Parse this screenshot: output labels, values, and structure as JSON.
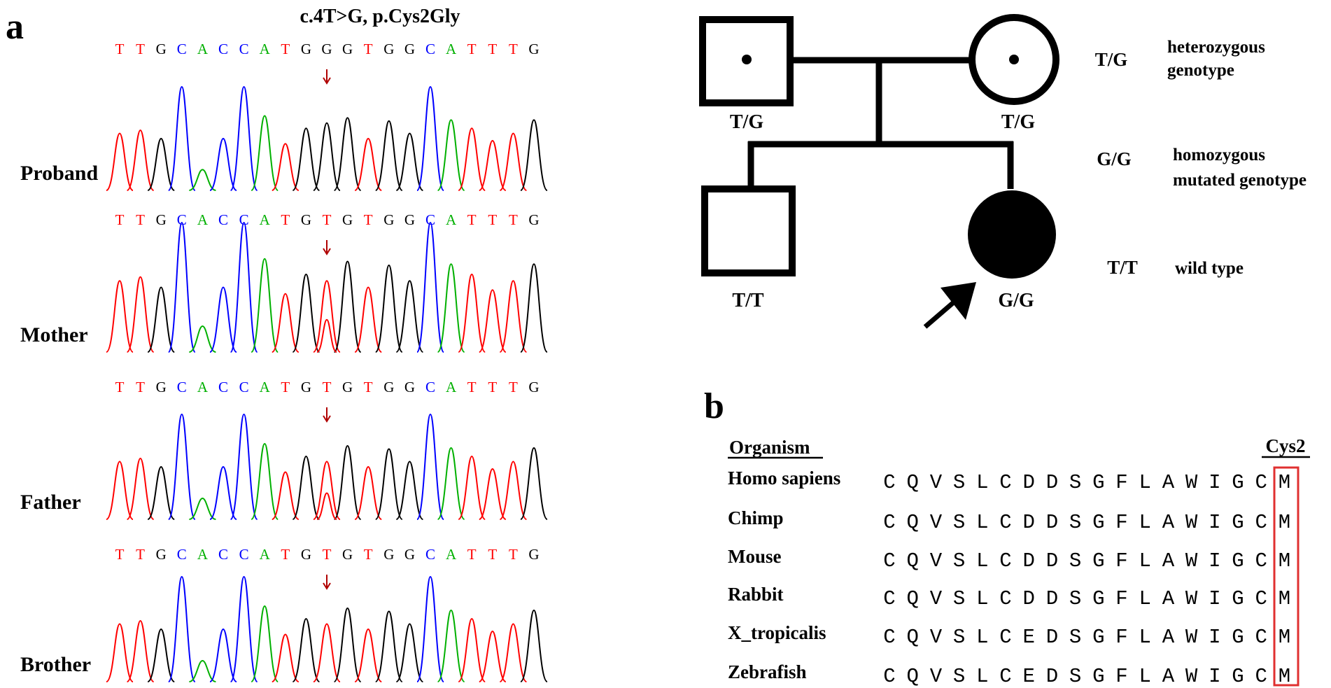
{
  "panel_a": {
    "label": "a",
    "title": "c.4T>G, p.Cys2Gly",
    "base_colors": {
      "A": "#00b000",
      "C": "#0000ff",
      "G": "#000000",
      "T": "#ff0000"
    },
    "arrow_color": "#b00000",
    "traces": [
      {
        "name": "Proband",
        "sequence": "TTGCACCATGGGTGGCATTTG"
      },
      {
        "name": "Mother",
        "sequence": "TTGCACCATGTGTGGCATTTG"
      },
      {
        "name": "Father",
        "sequence": "TTGCACCATGTGTGGCATTTG"
      },
      {
        "name": "Brother",
        "sequence": "TTGCACCATGTGTGGCATTTG"
      }
    ]
  },
  "pedigree": {
    "father_genotype": "T/G",
    "mother_genotype": "T/G",
    "son_genotype": "T/T",
    "daughter_genotype": "G/G",
    "legend": [
      {
        "code": "T/G",
        "line1": "heterozygous",
        "line2": "genotype"
      },
      {
        "code": "G/G",
        "line1": "homozygous",
        "line2": "mutated genotype"
      },
      {
        "code": "T/T",
        "line1": "wild type",
        "line2": ""
      }
    ]
  },
  "panel_b": {
    "label": "b",
    "organism_header": "Organism",
    "position_header": "Cys2",
    "highlight_color": "#e03030",
    "rows": [
      {
        "organism": "Homo sapiens",
        "sequence": "CQVSLCDDSGFLAWIGCM"
      },
      {
        "organism": "Chimp",
        "sequence": "CQVSLCDDSGFLAWIGCM"
      },
      {
        "organism": "Mouse",
        "sequence": "CQVSLCDDSGFLAWIGCM"
      },
      {
        "organism": "Rabbit",
        "sequence": "CQVSLCDDSGFLAWIGCM"
      },
      {
        "organism": "X_tropicalis",
        "sequence": "CQVSLCEDSGFLAWIGCM"
      },
      {
        "organism": "Zebrafish",
        "sequence": "CQVSLCEDSGFLAWIGCM"
      }
    ]
  }
}
